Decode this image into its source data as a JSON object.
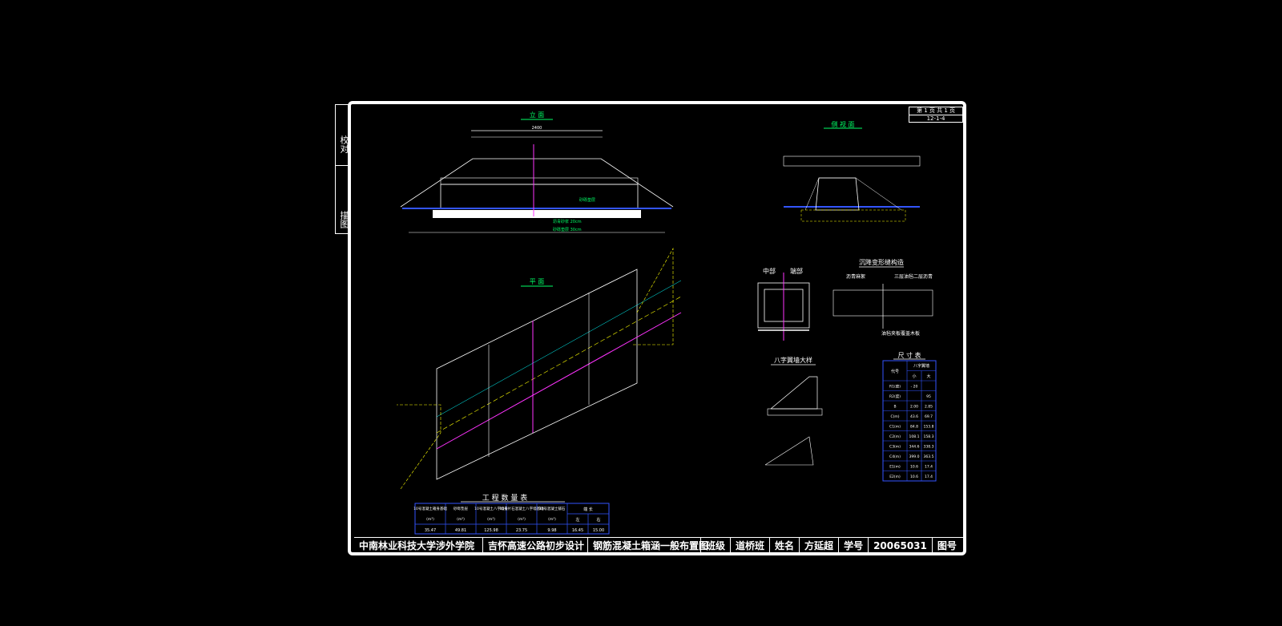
{
  "stamp": {
    "item1": "校对",
    "item2": "描图"
  },
  "page_info": {
    "line1": "第 1 页  共 1 页",
    "line2": "12-1-4"
  },
  "views": {
    "elevation": "立  面",
    "side": "侧  视  面",
    "plan": "平  面",
    "mid": "中部",
    "end": "端部",
    "joint_title": "沉降变形缝构造",
    "joint_note1": "沥青麻絮",
    "joint_note2": "三层油毡二层沥青",
    "joint_note3": "油毡夹板覆盖木板",
    "wingwall": "八字翼墙大样"
  },
  "elevation_labels": {
    "top_dim": "2400",
    "label1": "砂砾垫层",
    "label2": "沥青砂浆 20cm",
    "label3": "砂砾垫层 30cm"
  },
  "quantity_table": {
    "title": "工  程  数  量  表",
    "headers": [
      "10号混凝土箱身基础",
      "砂砾垫层",
      "10号混凝土八字墙身",
      "10号片石混凝土八字墙基础",
      "10号混凝土铺石",
      "端  长"
    ],
    "subheaders": [
      "左",
      "右"
    ],
    "units": [
      "(m³)",
      "(m³)",
      "(m³)",
      "(m³)",
      "(m³)"
    ],
    "values": [
      "35.47",
      "49.81",
      "125.98",
      "23.75",
      "9.98",
      "16.45",
      "15.00"
    ]
  },
  "dim_table": {
    "title": "尺  寸  表",
    "headers": [
      "代号",
      "八字翼墙",
      "小",
      "大"
    ],
    "rows": [
      [
        "R1(度)",
        "- 20",
        ""
      ],
      [
        "R2(度)",
        "",
        "95"
      ],
      [
        "B",
        "2.00",
        "2.85"
      ],
      [
        "C(m)",
        "43.6",
        "69.7"
      ],
      [
        "C1(m)",
        "84.8",
        "153.8"
      ],
      [
        "C2(m)",
        "108.1",
        "158.3"
      ],
      [
        "C3(m)",
        "344.6",
        "338.3"
      ],
      [
        "C4(m)",
        "399.0",
        "363.5"
      ],
      [
        "E1(m)",
        "10.6",
        "17.4"
      ],
      [
        "E2(m)",
        "10.6",
        "17.4"
      ]
    ]
  },
  "title_block": {
    "school": "中南林业科技大学涉外学院",
    "project": "吉怀高速公路初步设计",
    "drawing": "钢筋混凝土箱涵一般布置图",
    "class_label": "班级",
    "class_value": "道桥班",
    "name_label": "姓名",
    "name_value": "方延超",
    "id_label": "学号",
    "id_value": "20065031",
    "fig_label": "图号"
  },
  "colors": {
    "frame": "#ffffff",
    "dim": "#ffffff",
    "title": "#00ff66",
    "accent": "#ffff00",
    "center": "#ff33ff",
    "ground": "#3355ff",
    "line": "#00ffff"
  }
}
